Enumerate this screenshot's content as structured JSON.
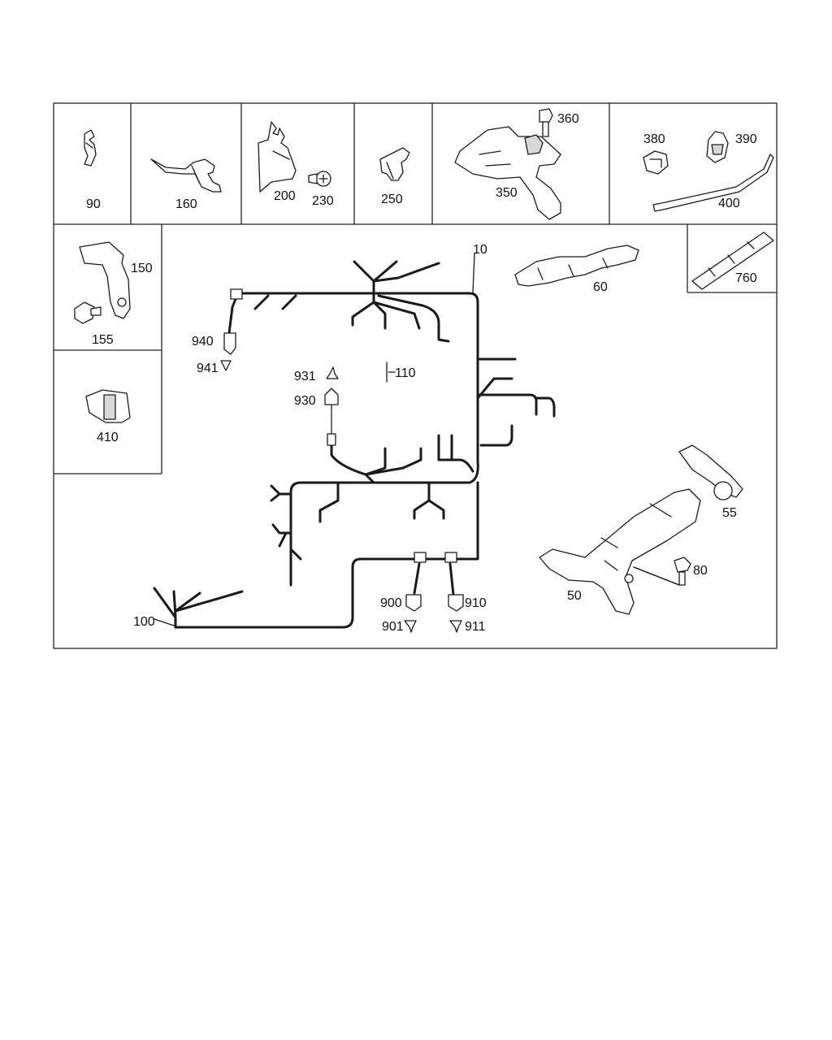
{
  "callouts": {
    "c90": "90",
    "c160": "160",
    "c200": "200",
    "c230": "230",
    "c250": "250",
    "c350": "350",
    "c360": "360",
    "c380": "380",
    "c390": "390",
    "c400": "400",
    "c150": "150",
    "c155": "155",
    "c410": "410",
    "c760": "760",
    "c10": "10",
    "c60": "60",
    "c110": "110",
    "c940": "940",
    "c941": "941",
    "c931": "931",
    "c930": "930",
    "c55": "55",
    "c80": "80",
    "c50": "50",
    "c100": "100",
    "c900": "900",
    "c901": "901",
    "c910": "910",
    "c911": "911"
  }
}
